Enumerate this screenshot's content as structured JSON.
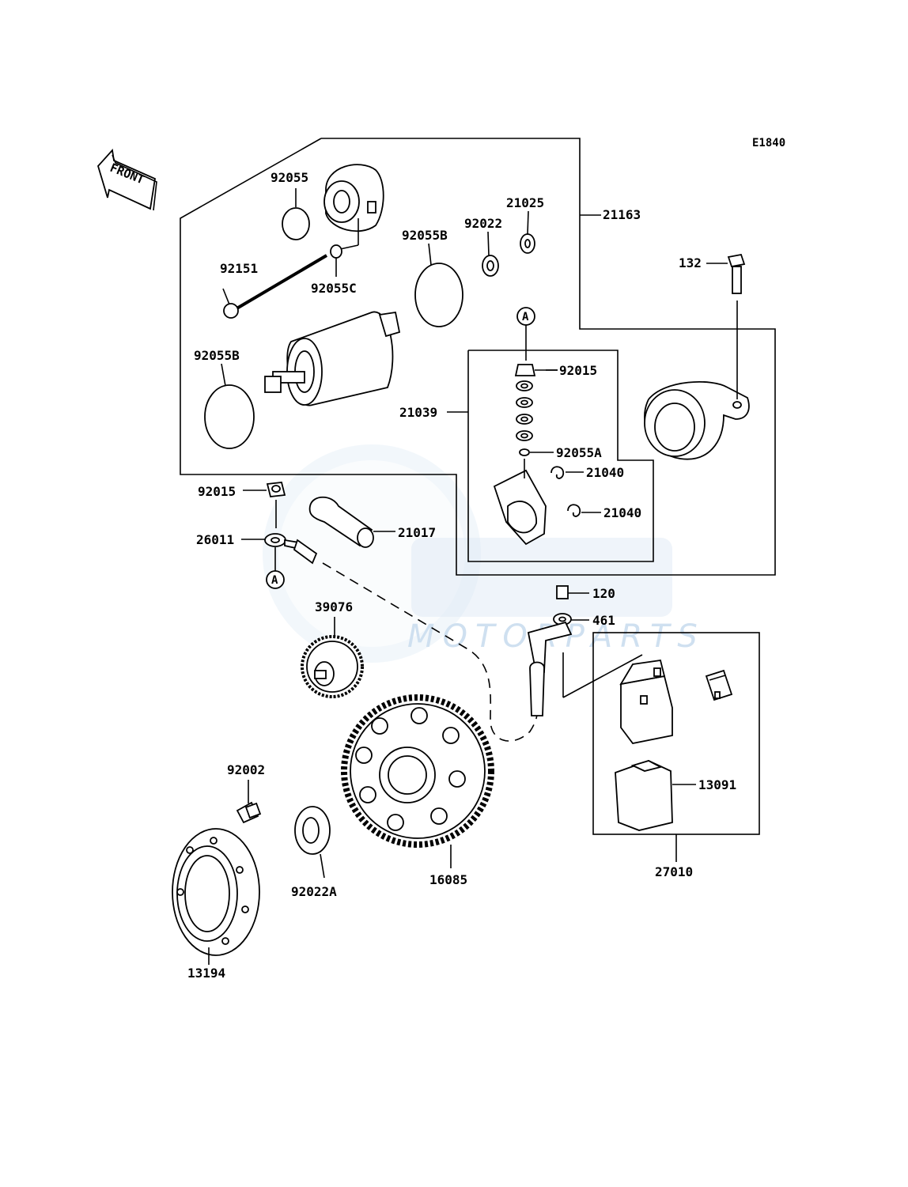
{
  "diagram_code": "E1840",
  "direction_label": "FRONT",
  "reference_marker": "A",
  "watermark": {
    "text": "MOTORPARTS"
  },
  "parts": {
    "p21163": "21163",
    "p92055_top": "92055",
    "p21025": "21025",
    "p92022": "92022",
    "p92055B_mid": "92055B",
    "p92151": "92151",
    "p92055C": "92055C",
    "p132": "132",
    "p92055B_left": "92055B",
    "p92015_top": "92015",
    "p21039": "21039",
    "p92055A": "92055A",
    "p21040_a": "21040",
    "p21040_b": "21040",
    "p92015_left": "92015",
    "p21017": "21017",
    "p26011": "26011",
    "p39076": "39076",
    "p120": "120",
    "p461": "461",
    "p13091": "13091",
    "p92002": "92002",
    "p27010": "27010",
    "p16085": "16085",
    "p92022A": "92022A",
    "p13194": "13194"
  }
}
